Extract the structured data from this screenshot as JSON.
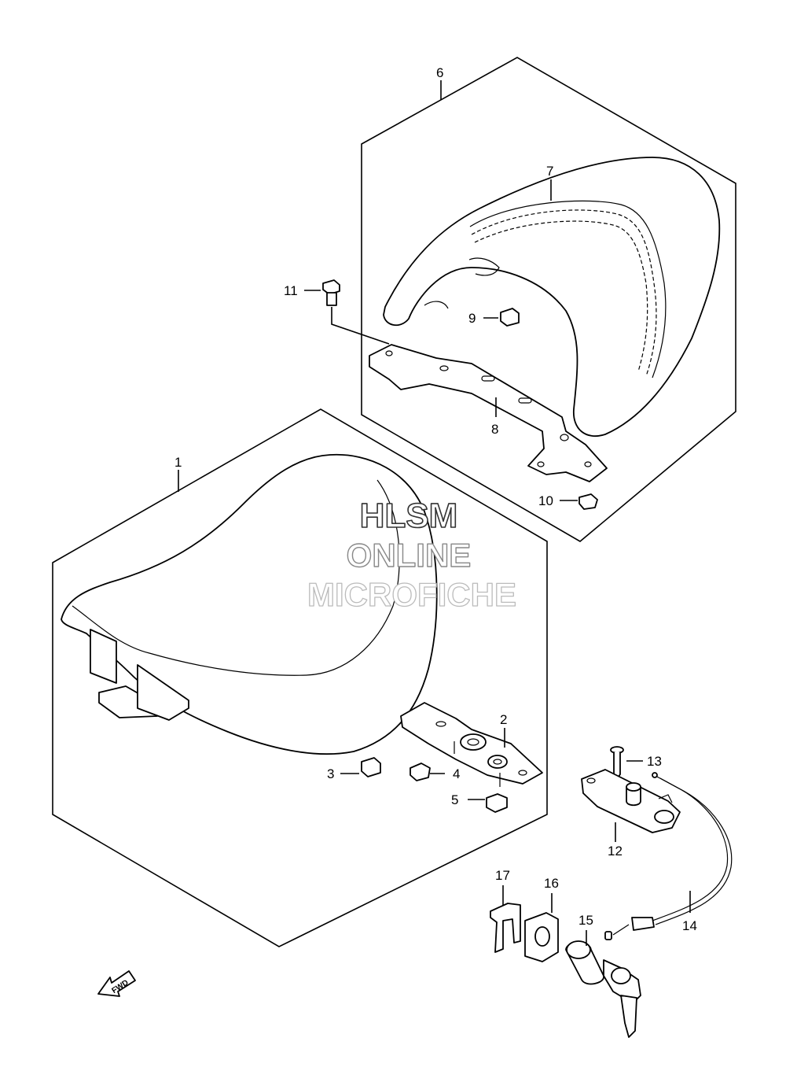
{
  "watermark": {
    "line1": "HLSM",
    "line2": "ONLINE",
    "line3": "MICROFICHE"
  },
  "direction_label": "FWD",
  "callouts": [
    {
      "id": "1",
      "label": "1"
    },
    {
      "id": "2",
      "label": "2"
    },
    {
      "id": "3",
      "label": "3"
    },
    {
      "id": "4",
      "label": "4"
    },
    {
      "id": "5",
      "label": "5"
    },
    {
      "id": "6",
      "label": "6"
    },
    {
      "id": "7",
      "label": "7"
    },
    {
      "id": "8",
      "label": "8"
    },
    {
      "id": "9",
      "label": "9"
    },
    {
      "id": "10",
      "label": "10"
    },
    {
      "id": "11",
      "label": "11"
    },
    {
      "id": "12",
      "label": "12"
    },
    {
      "id": "13",
      "label": "13"
    },
    {
      "id": "14",
      "label": "14"
    },
    {
      "id": "15",
      "label": "15"
    },
    {
      "id": "16",
      "label": "16"
    },
    {
      "id": "17",
      "label": "17"
    }
  ]
}
